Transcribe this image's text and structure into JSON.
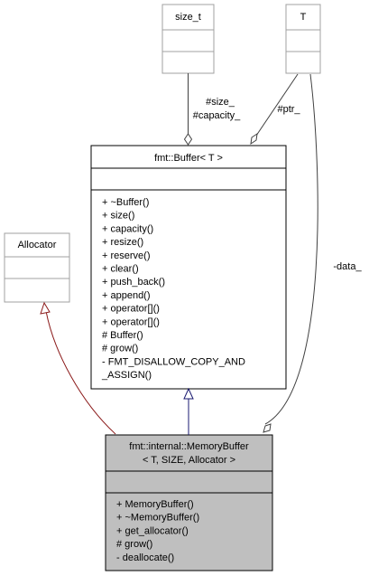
{
  "classes": {
    "size_t": {
      "name": "size_t"
    },
    "t": {
      "name": "T"
    },
    "allocator": {
      "name": "Allocator"
    },
    "buffer": {
      "name": "fmt::Buffer< T >",
      "methods": [
        "+ ~Buffer()",
        "+ size()",
        "+ capacity()",
        "+ resize()",
        "+ reserve()",
        "+ clear()",
        "+ push_back()",
        "+ append()",
        "+ operator[]()",
        "+ operator[]()",
        "# Buffer()",
        "# grow()",
        "- FMT_DISALLOW_COPY_AND",
        "_ASSIGN()"
      ]
    },
    "memory_buffer": {
      "name_line1": "fmt::internal::MemoryBuffer",
      "name_line2": "< T, SIZE, Allocator >",
      "methods": [
        "+ MemoryBuffer()",
        "+ ~MemoryBuffer()",
        "+ get_allocator()",
        "# grow()",
        "- deallocate()"
      ]
    }
  },
  "edges": {
    "size_label_1": "#size_",
    "size_label_2": "#capacity_",
    "ptr_label": "#ptr_",
    "data_label": "-data_"
  },
  "colors": {
    "box_stroke_gray": "#a0a0a0",
    "box_stroke": "#000000",
    "highlight_fill": "#bfbfbf",
    "composition_edge": "#404040",
    "inherit_allocator_edge": "#8b1a1a",
    "inherit_buffer_edge": "#191970"
  }
}
